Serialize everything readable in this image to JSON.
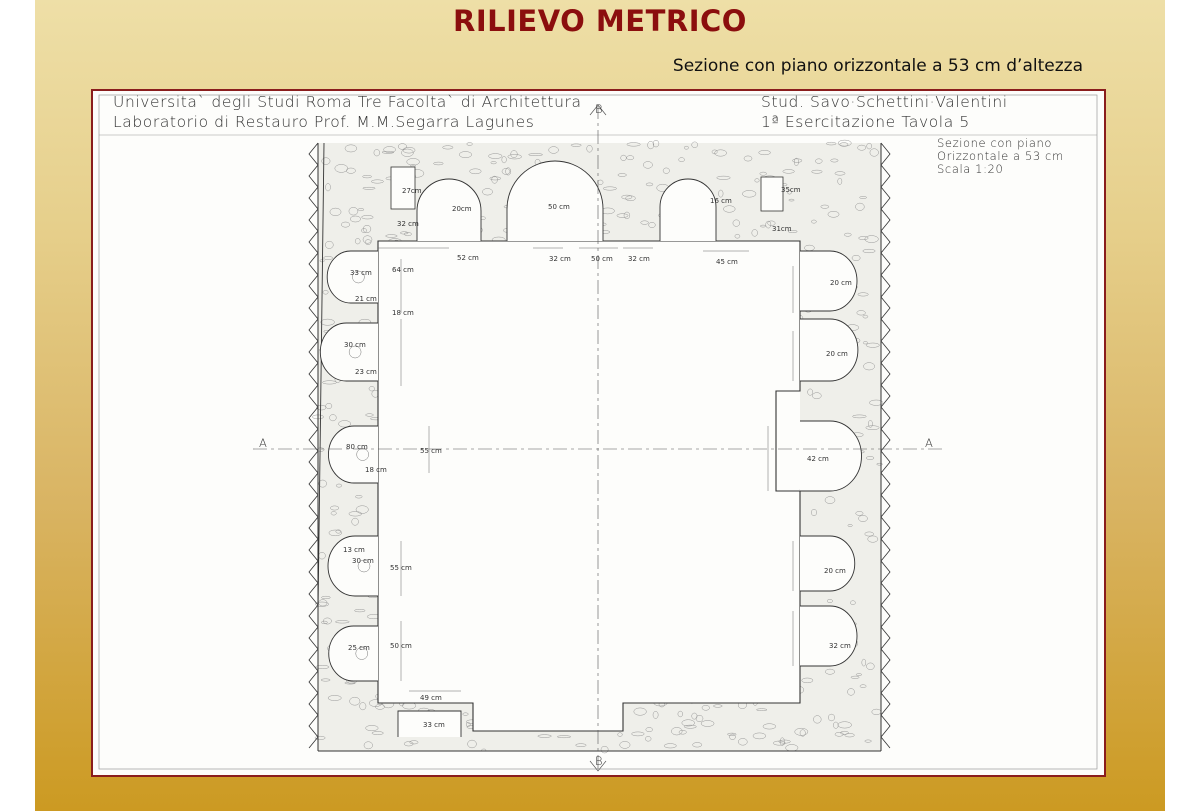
{
  "slide": {
    "title": "RILIEVO METRICO",
    "subtitle": "Sezione con piano orizzontale a 53 cm d’altezza"
  },
  "sheet": {
    "header_left_line1": "Universita` degli Studi Roma Tre  Facolta` di Architettura",
    "header_left_line2": "Laboratorio di Restauro   Prof. M.M.Segarra Lagunes",
    "header_right_line1": "Stud. Savo·Schettini·Valentini",
    "header_right_line2": "1ª Esercitazione       Tavola 5",
    "note_line1": "Sezione con piano",
    "note_line2": "Orizzontale a 53 cm",
    "note_line3": "Scala 1:20"
  },
  "dimensions": {
    "d1": "27cm",
    "d2": "32 cm",
    "d3": "20cm",
    "d4": "50 cm",
    "d5": "16 cm",
    "d6": "35cm",
    "d7": "31cm",
    "d8": "52 cm",
    "d9": "32 cm",
    "d10": "50 cm",
    "d11": "32 cm",
    "d12": "45 cm",
    "d13": "33 cm",
    "d14": "64 cm",
    "d15": "21 cm",
    "d16": "18 cm",
    "d17": "30 cm",
    "d18": "23 cm",
    "d19": "80 cm",
    "d20": "18 cm",
    "d21": "55 cm",
    "d22": "13 cm",
    "d23": "30 cm",
    "d24": "55 cm",
    "d25": "25 cm",
    "d26": "50 cm",
    "d27": "49 cm",
    "d28": "33 cm",
    "d29": "20 cm",
    "d30": "20 cm",
    "d31": "42 cm",
    "d32": "20 cm",
    "d33": "32 cm"
  },
  "section_markers": {
    "top": "B",
    "bottom": "B",
    "left": "A",
    "right": "A"
  },
  "colors": {
    "title_red": "#8b0e0e",
    "frame_border": "#8a1d1d",
    "pencil": "#333333"
  }
}
